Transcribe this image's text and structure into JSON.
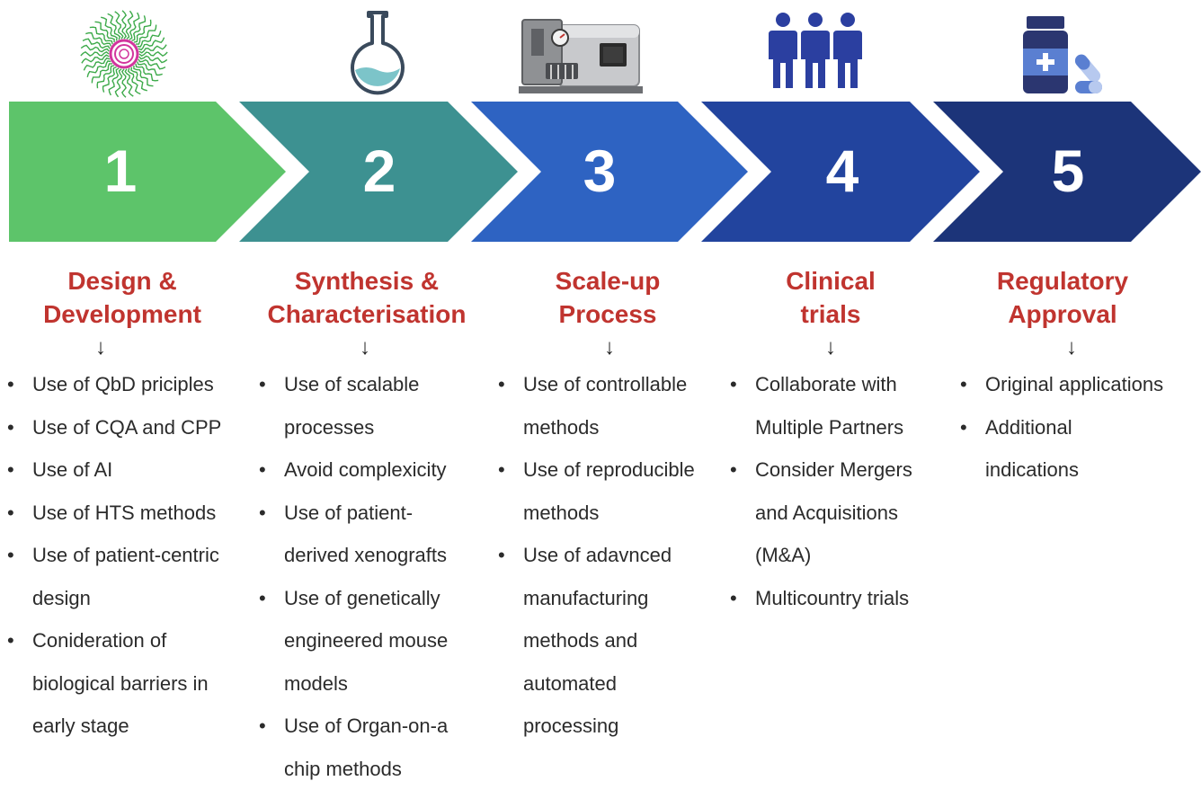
{
  "stages": [
    {
      "number": "1",
      "title": "Design &\nDevelopment",
      "color": "#5dc46a",
      "icon": "nanoparticle-icon",
      "items": [
        "Use of QbD priciples",
        "Use of CQA and CPP",
        "Use of AI",
        "Use of HTS methods",
        "Use of patient-centric design",
        "Conideration of biological barriers in early stage"
      ]
    },
    {
      "number": "2",
      "title": "Synthesis &\nCharacterisation",
      "color": "#3d9191",
      "icon": "flask-icon",
      "items": [
        "Use of scalable processes",
        "Avoid complexicity",
        "Use of patient-derived xenografts",
        "Use of genetically engineered mouse models",
        "Use of Organ-on-a chip methods"
      ]
    },
    {
      "number": "3",
      "title": "Scale-up\nProcess",
      "color": "#2e63c2",
      "icon": "manufacturing-machine-icon",
      "items": [
        "Use of controllable methods",
        "Use of reproducible methods",
        "Use of adavnced manufacturing methods and automated processing"
      ]
    },
    {
      "number": "4",
      "title": "Clinical\ntrials",
      "color": "#22449e",
      "icon": "people-icon",
      "items": [
        "Collaborate with Multiple Partners",
        "Consider Mergers and Acquisitions (M&A)",
        "Multicountry trials"
      ]
    },
    {
      "number": "5",
      "title": "Regulatory\nApproval",
      "color": "#1c3479",
      "icon": "medicine-bottle-icon",
      "items": [
        "Original applications",
        "Additional indications"
      ]
    }
  ],
  "arrow_symbol": "↓"
}
